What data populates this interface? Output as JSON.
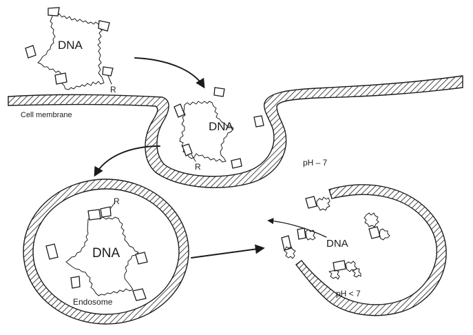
{
  "labels": {
    "dna_free": "DNA",
    "r_free": "R",
    "membrane": "Cell membrane",
    "dna_invag": "DNA",
    "r_invag": "R",
    "ph_neutral": "pH – 7",
    "dna_endosome": "DNA",
    "r_endosome": "R",
    "endosome": "Endosome",
    "dna_released": "DNA",
    "ph_acidic": "pH < 7"
  },
  "colors": {
    "ink": "#1a1a1a",
    "background": "#ffffff"
  }
}
